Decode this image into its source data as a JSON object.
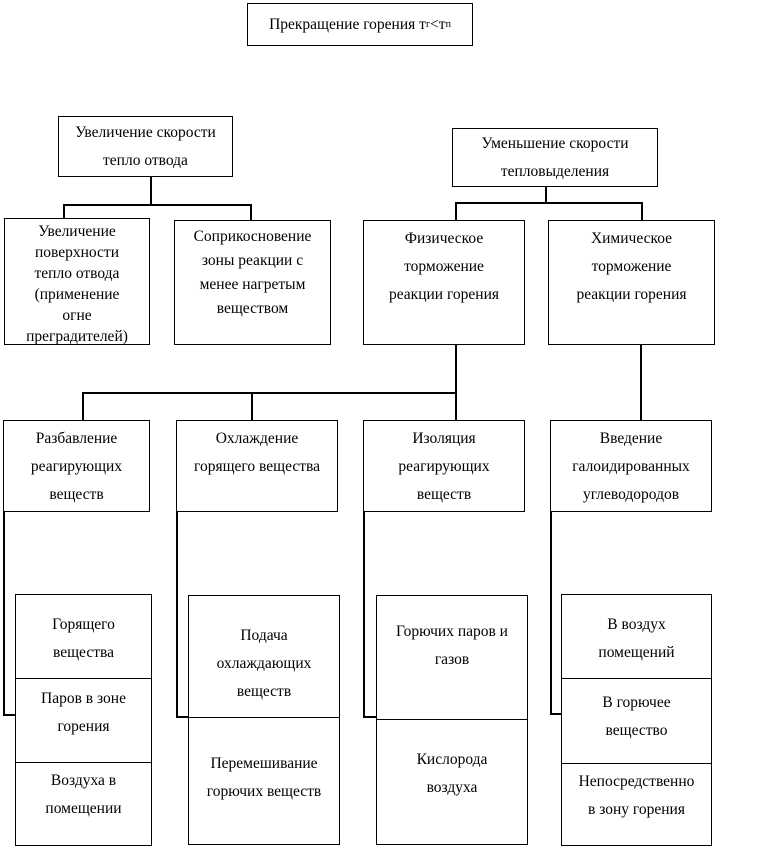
{
  "title": {
    "text1": "Прекращение горения т",
    "sub1": "г",
    "text2": "<т",
    "sub2": "п"
  },
  "boxes": {
    "increase_heat_removal": [
      "Увеличение скорости",
      "тепло отвода"
    ],
    "decrease_heat_release": [
      "Уменьшение скорости",
      "тепловыделения"
    ],
    "increase_surface": [
      "Увеличение",
      "поверхности",
      "тепло отвода",
      "(применение",
      "огне",
      "преградителей)"
    ],
    "contact_cooler": [
      "Соприкосновение",
      "зоны реакции с",
      "менее нагретым",
      "веществом"
    ],
    "physical_inhibition": [
      "Физическое",
      "торможение",
      "реакции горения"
    ],
    "chemical_inhibition": [
      "Химическое",
      "торможение",
      "реакции горения"
    ],
    "dilution": [
      "Разбавление",
      "реагирующих",
      "веществ"
    ],
    "cooling": [
      "Охлаждение",
      "горящего вещества"
    ],
    "isolation": [
      "Изоляция",
      "реагирующих",
      "веществ"
    ],
    "halogenated": [
      "Введение",
      "галоидированных",
      "углеводородов"
    ]
  },
  "stacks": {
    "dilution_targets": [
      [
        "Горящего",
        "вещества"
      ],
      [
        "Паров в зоне",
        "горения"
      ],
      [
        "Воздуха в",
        "помещении"
      ]
    ],
    "cooling_methods": [
      [
        "Подача",
        "охлаждающих",
        "веществ"
      ],
      [
        "Перемешивание",
        "горючих веществ"
      ]
    ],
    "isolation_targets": [
      [
        "Горючих паров и",
        "газов"
      ],
      [
        "Кислорода",
        "воздуха"
      ]
    ],
    "introduction_targets": [
      [
        "В воздух",
        "помещений"
      ],
      [
        "В горючее",
        "вещество"
      ],
      [
        "Непосредственно",
        "в зону горения"
      ]
    ]
  },
  "colors": {
    "line": "#000000",
    "background": "#ffffff",
    "text": "#000000"
  }
}
